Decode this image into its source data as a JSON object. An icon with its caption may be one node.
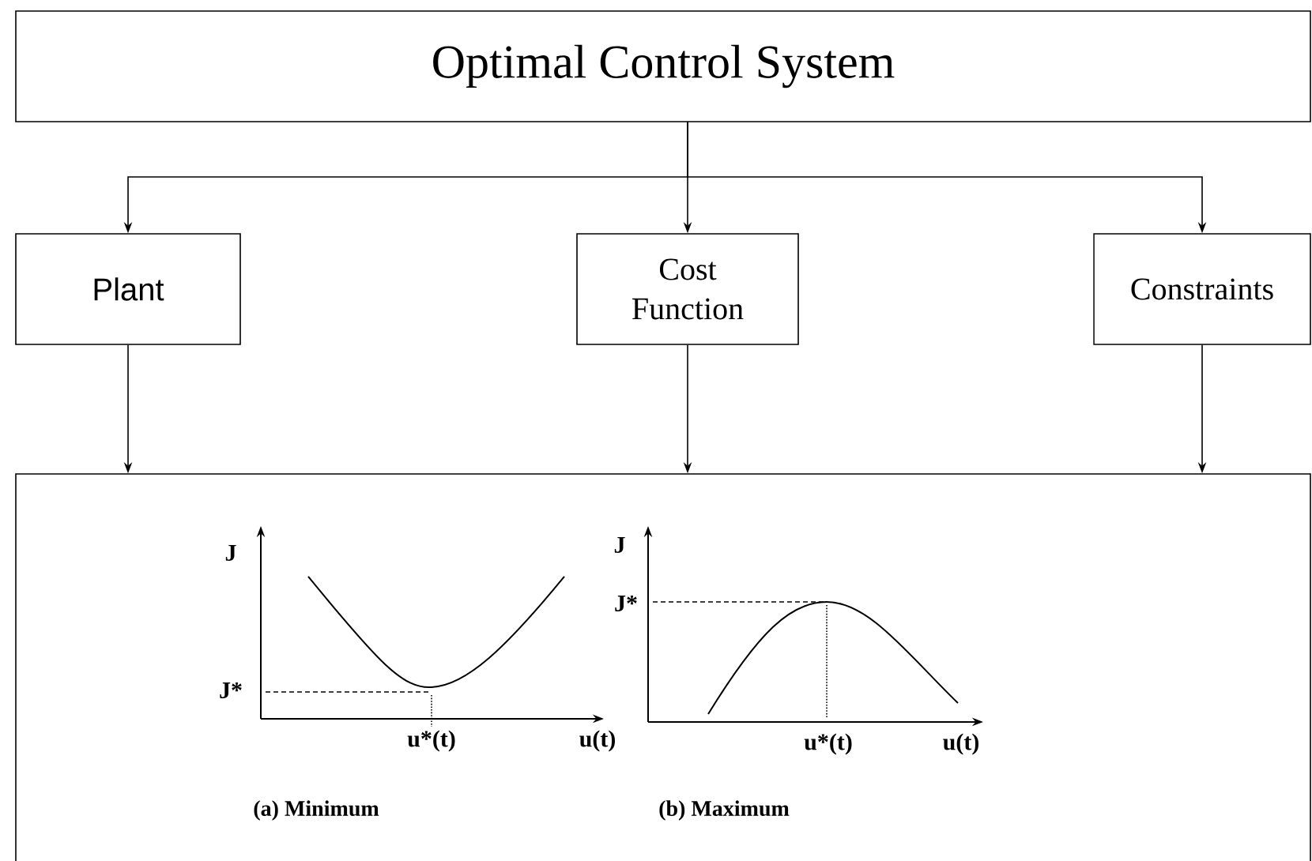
{
  "diagram": {
    "nodes": [
      {
        "text": [
          "Optimal Control System"
        ]
      },
      {
        "text": [
          "Plant"
        ]
      },
      {
        "text": [
          "Cost Function"
        ]
      },
      {
        "text": [
          "Constraints"
        ]
      },
      {
        "text": [],
        "shape": "box"
      }
    ],
    "edges": [
      {
        "from": 0,
        "to": 1,
        "arrow": "to"
      },
      {
        "from": 0,
        "to": 2,
        "arrow": "to"
      },
      {
        "from": 0,
        "to": 3,
        "arrow": "to"
      },
      {
        "from": 1,
        "to": 4,
        "arrow": "to"
      },
      {
        "from": 2,
        "to": 4,
        "arrow": "to"
      },
      {
        "from": 3,
        "to": 4,
        "arrow": "to"
      }
    ],
    "labels": [
      "J",
      "J*",
      "u*(t)",
      "u(t)",
      "(a) Minimum",
      "J",
      "J*",
      "u*(t)",
      "u(t)",
      "(b) Maximum"
    ]
  }
}
